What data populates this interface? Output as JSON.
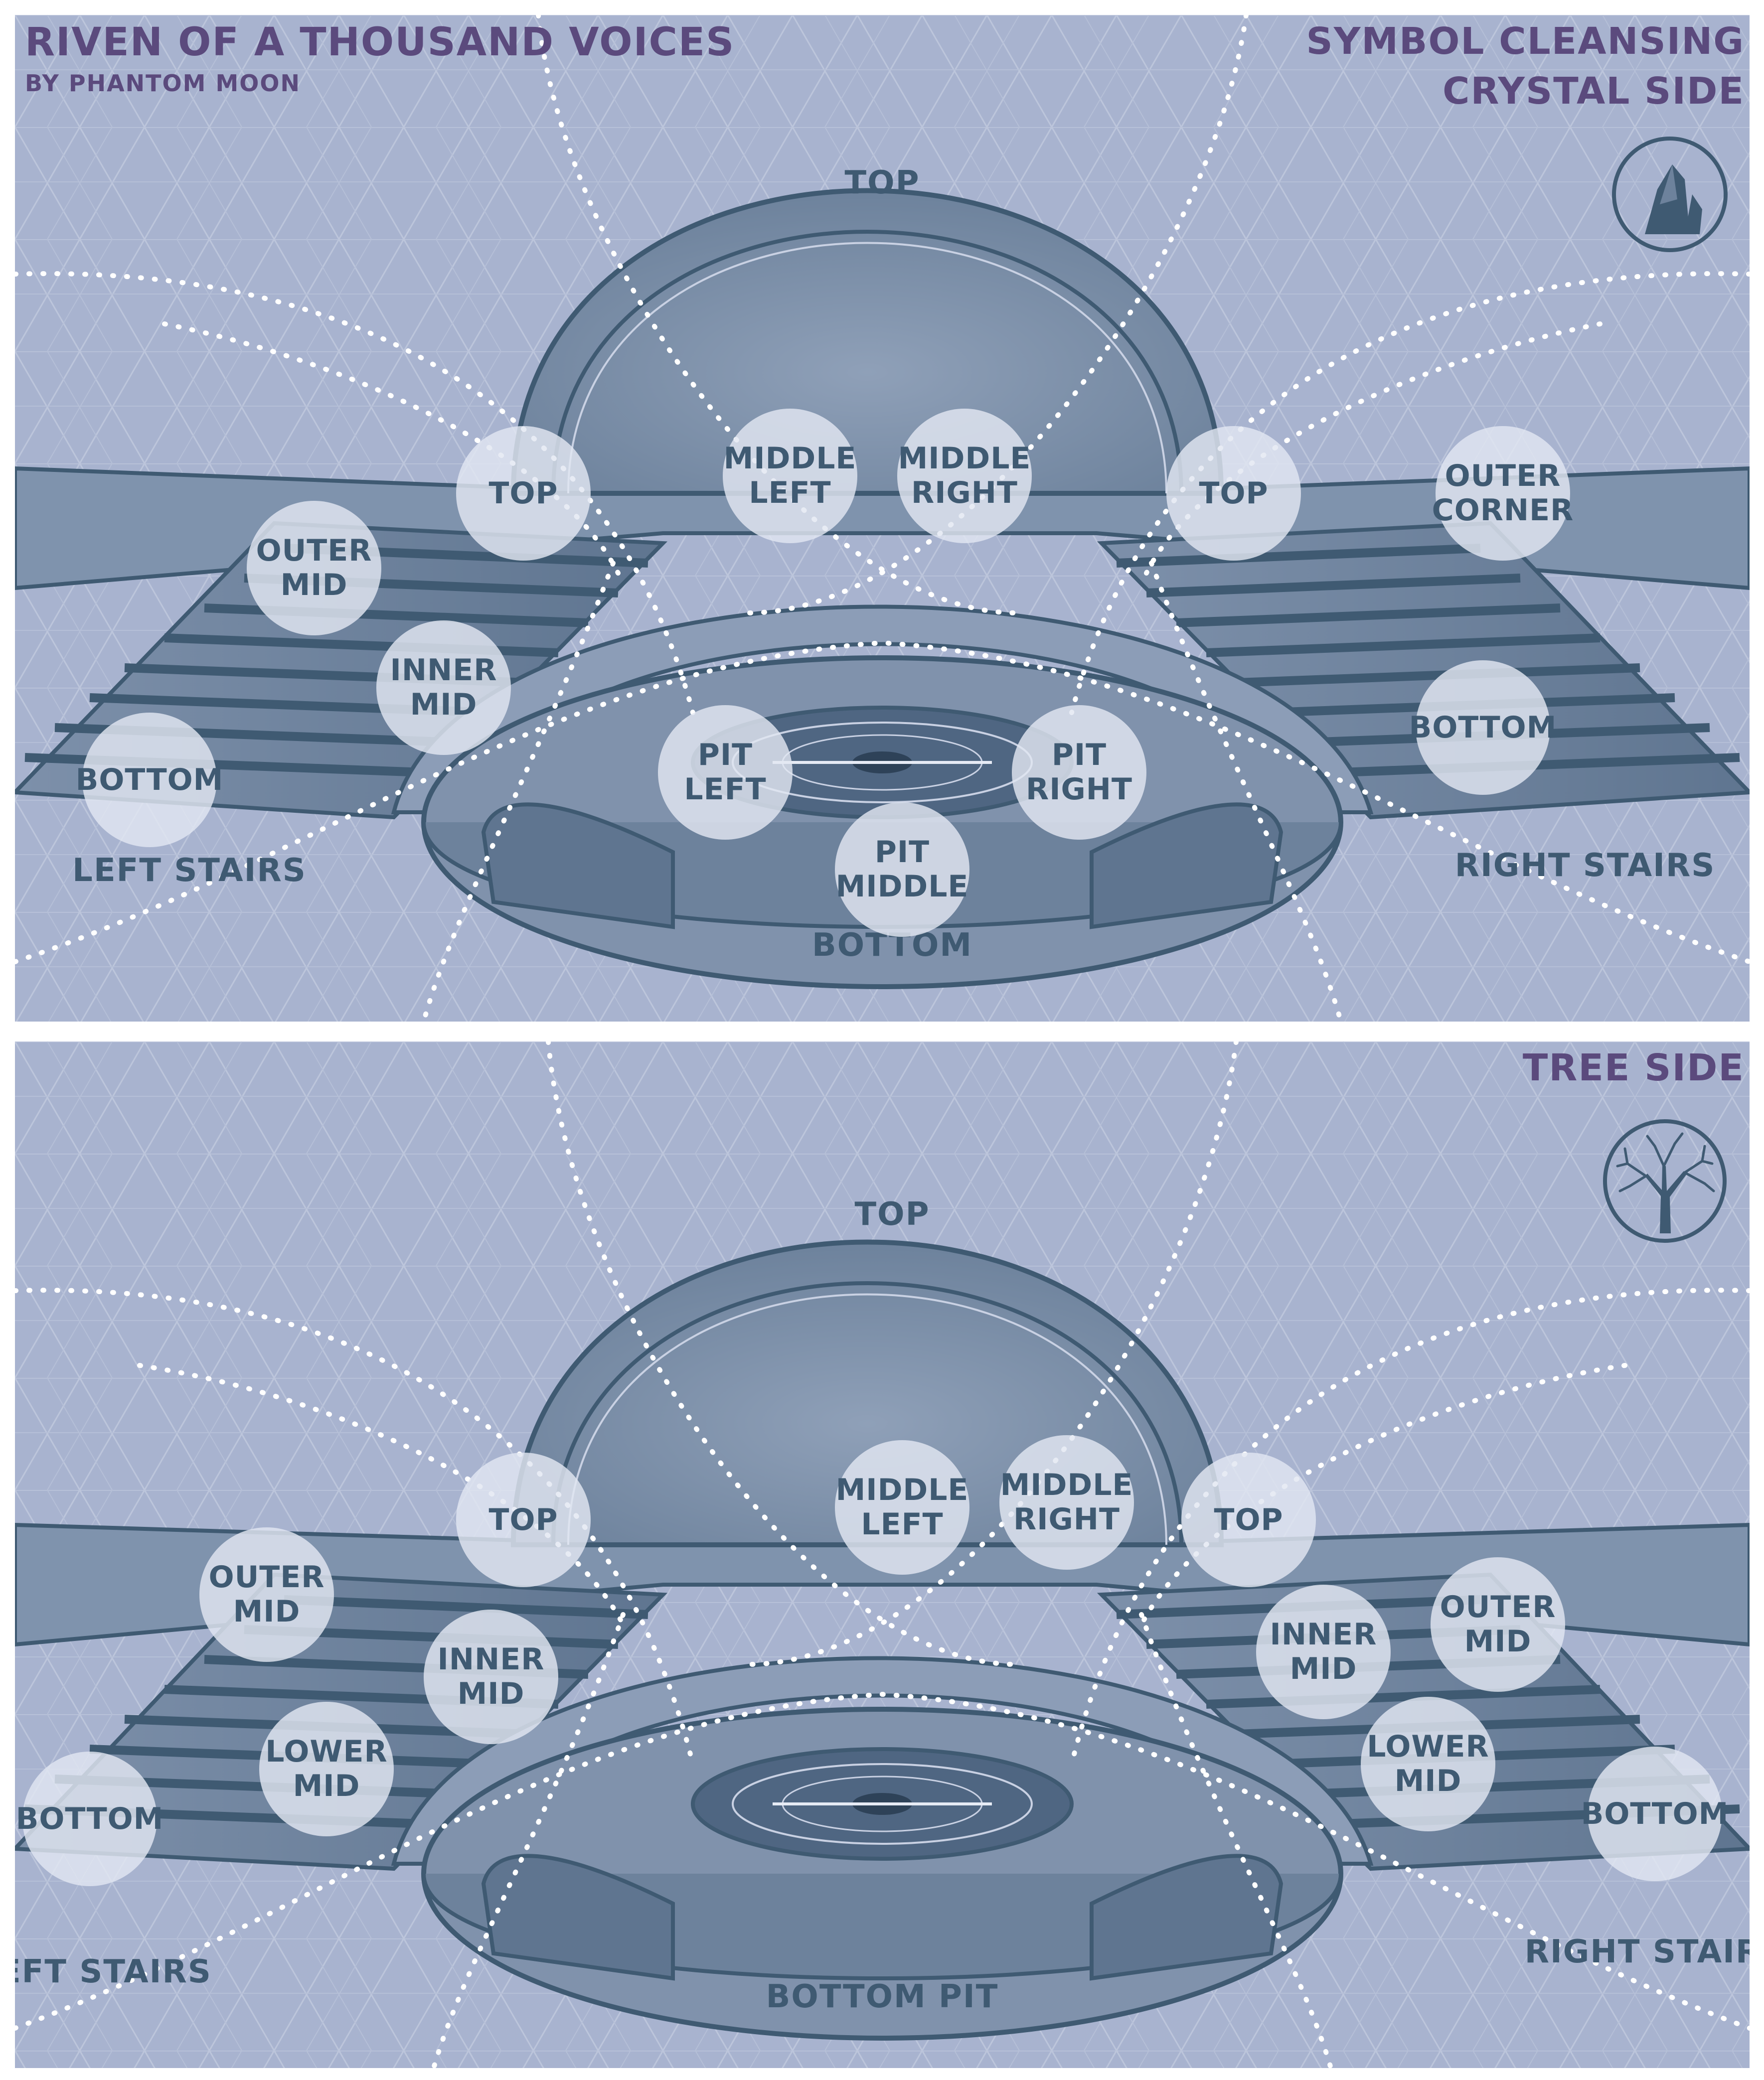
{
  "title": "RIVEN OF A THOUSAND VOICES",
  "author": "BY PHANTOM MOON",
  "crystal_panel": {
    "heading_line1": "SYMBOL CLEANSING",
    "heading_line2": "CRYSTAL SIDE",
    "icon": "crystal-icon",
    "labels": {
      "top": "TOP",
      "bottom": "BOTTOM",
      "left_stairs": "LEFT STAIRS",
      "right_stairs": "RIGHT STAIRS"
    },
    "spots": {
      "left_top": [
        "TOP"
      ],
      "middle_left": [
        "MIDDLE",
        "LEFT"
      ],
      "middle_right": [
        "MIDDLE",
        "RIGHT"
      ],
      "right_top": [
        "TOP"
      ],
      "outer_corner": [
        "OUTER",
        "CORNER"
      ],
      "left_outer_mid": [
        "OUTER",
        "MID"
      ],
      "left_inner_mid": [
        "INNER",
        "MID"
      ],
      "left_bottom": [
        "BOTTOM"
      ],
      "pit_left": [
        "PIT",
        "LEFT"
      ],
      "pit_right": [
        "PIT",
        "RIGHT"
      ],
      "pit_middle": [
        "PIT",
        "MIDDLE"
      ],
      "right_bottom": [
        "BOTTOM"
      ]
    }
  },
  "tree_panel": {
    "heading": "TREE SIDE",
    "icon": "tree-icon",
    "labels": {
      "top": "TOP",
      "bottom_pit": "BOTTOM PIT",
      "left_stairs": "LEFT STAIRS",
      "right_stairs": "RIGHT STAIRS"
    },
    "spots": {
      "left_top": [
        "TOP"
      ],
      "middle_left": [
        "MIDDLE",
        "LEFT"
      ],
      "middle_right": [
        "MIDDLE",
        "RIGHT"
      ],
      "right_top": [
        "TOP"
      ],
      "left_outer_mid": [
        "OUTER",
        "MID"
      ],
      "left_inner_mid": [
        "INNER",
        "MID"
      ],
      "left_lower_mid": [
        "LOWER",
        "MID"
      ],
      "left_bottom": [
        "BOTTOM"
      ],
      "right_inner_mid": [
        "INNER",
        "MID"
      ],
      "right_outer_mid": [
        "OUTER",
        "MID"
      ],
      "right_lower_mid": [
        "LOWER",
        "MID"
      ],
      "right_bottom": [
        "BOTTOM"
      ]
    }
  },
  "colors": {
    "background": "#a8b3cf",
    "structure": "#6d829c",
    "structure_dark": "#3f5a72",
    "heading": "#5b4a7d",
    "spot_fill": "#e2e7f1",
    "dotted_path": "#ffffff"
  }
}
